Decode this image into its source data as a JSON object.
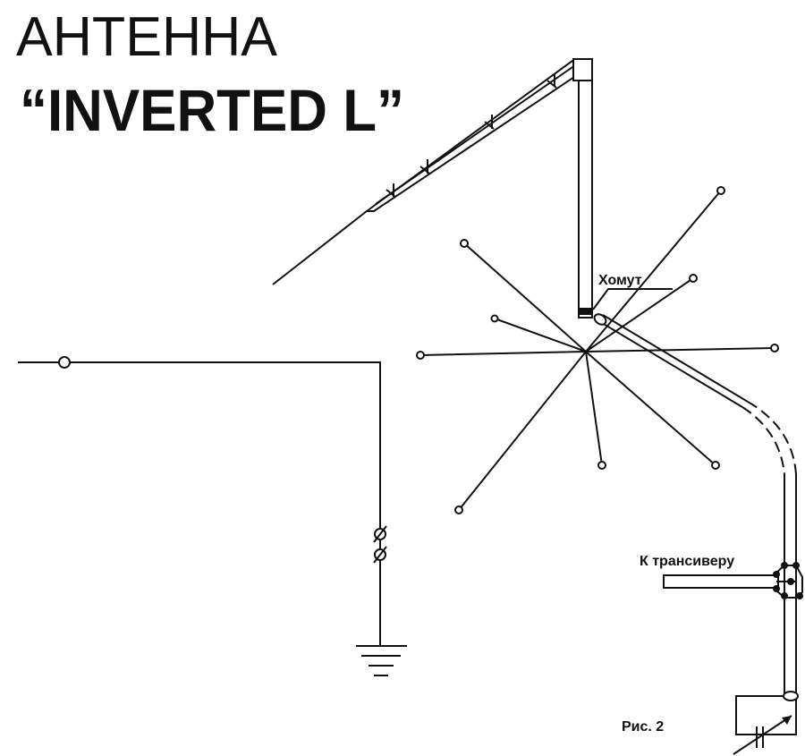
{
  "title": {
    "line1": "АНТЕННА",
    "line2": "“INVERTED L”"
  },
  "labels": {
    "clamp": "Хомут",
    "to_transceiver": "К трансиверу",
    "figure": "Рис. 2"
  }
}
